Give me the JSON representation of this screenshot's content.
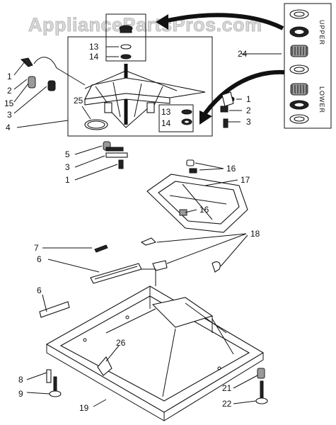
{
  "watermark": "AppliancePartsPros.com",
  "inset_labels": {
    "upper": "UPPER",
    "lower": "LOWER"
  },
  "callouts": {
    "c24": "24",
    "c13a": "13",
    "c14a": "14",
    "c1a": "1",
    "c2a": "2",
    "c15": "15",
    "c3a": "3",
    "c25": "25",
    "c4": "4",
    "c1b": "1",
    "c2b": "2",
    "c3b": "3",
    "c13b": "13",
    "c14b": "14",
    "c5": "5",
    "c3c": "3",
    "c1c": "1",
    "c16a": "16",
    "c17": "17",
    "c16b": "16",
    "c18": "18",
    "c7": "7",
    "c6a": "6",
    "c6b": "6",
    "c26": "26",
    "c8": "8",
    "c9": "9",
    "c19": "19",
    "c21": "21",
    "c22": "22"
  },
  "colors": {
    "line": "#111111",
    "watermark": "#d9d9d9",
    "background": "#ffffff"
  }
}
